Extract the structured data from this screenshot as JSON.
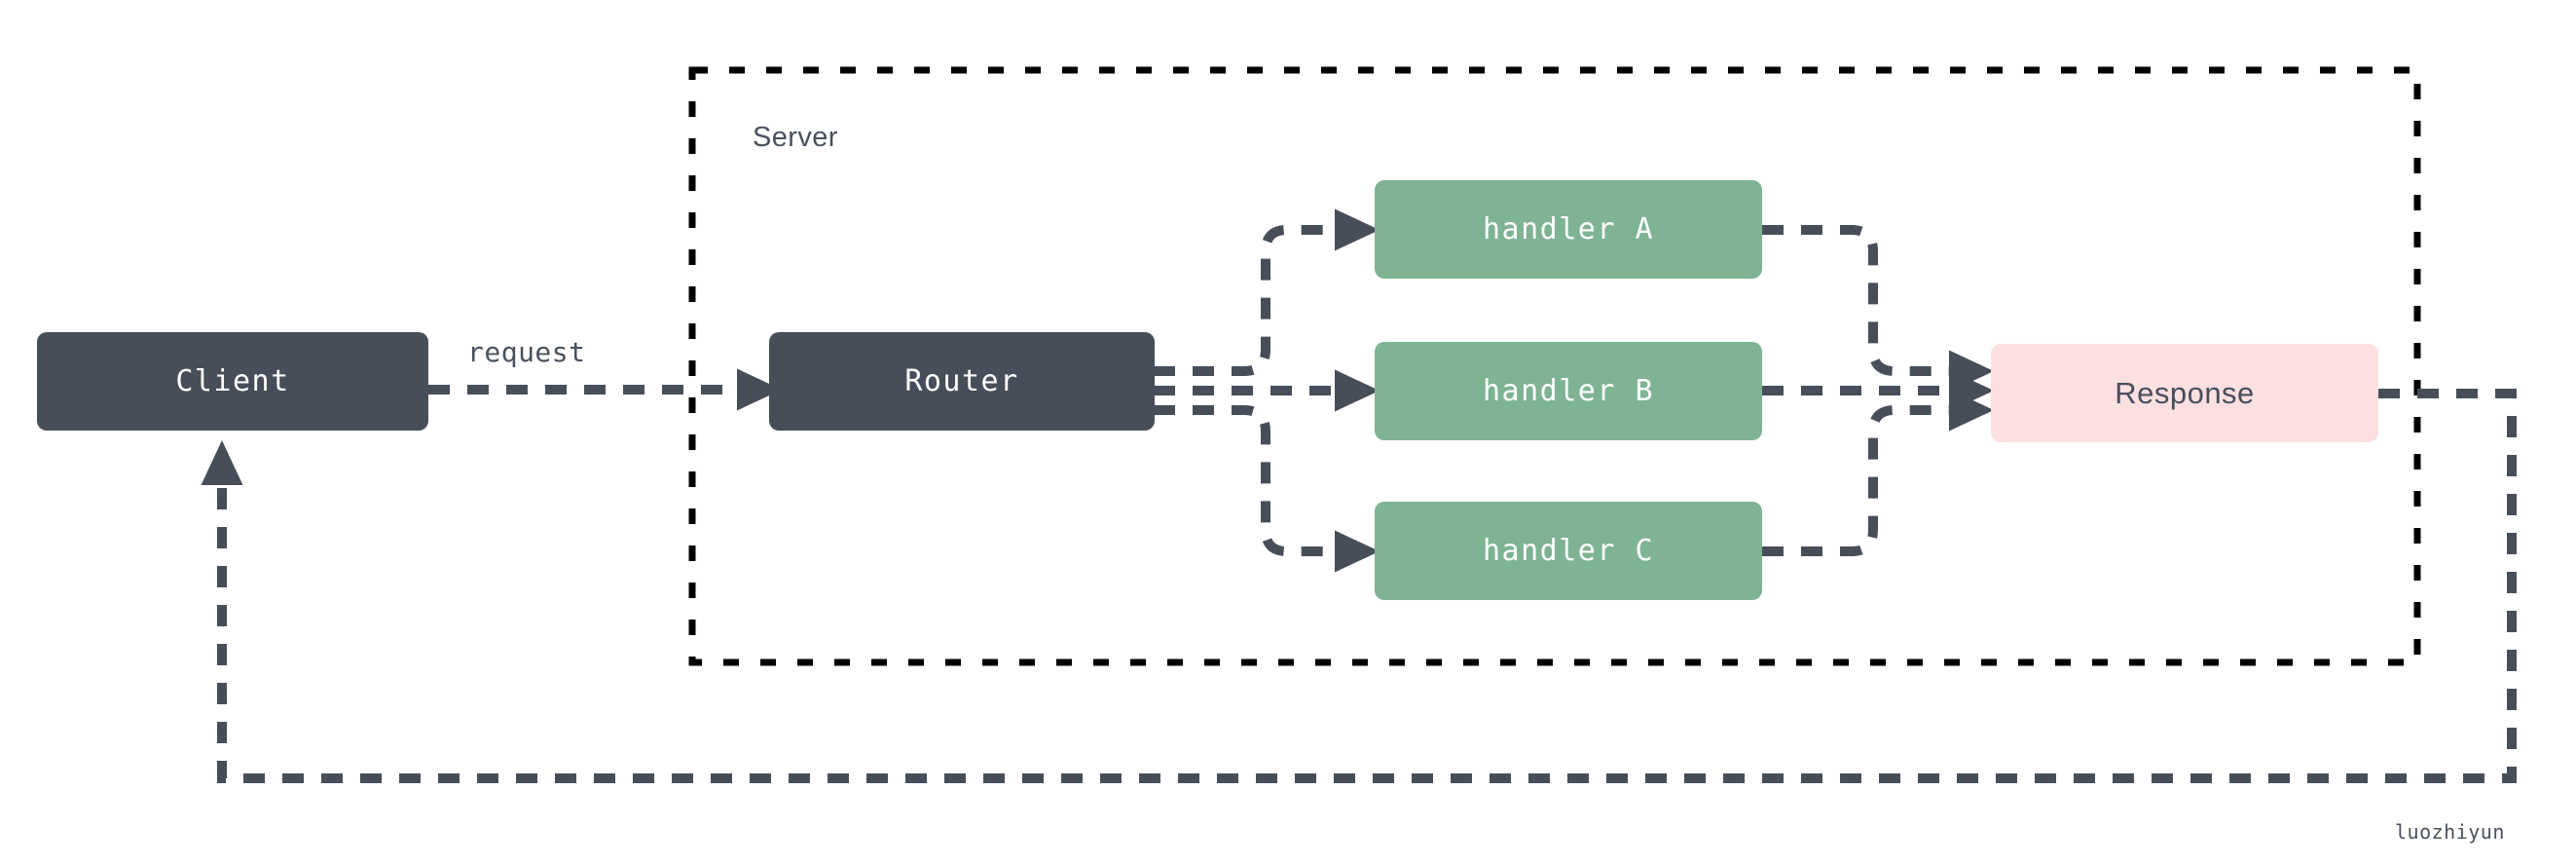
{
  "diagram": {
    "type": "flow-diagram",
    "background": "#ffffff",
    "palette": {
      "dark_node": "#474E5A",
      "green_node": "#7EB394",
      "pink_node": "#FCDFE1",
      "edge": "#474E5A",
      "group_border": "#000000",
      "node_text_light": "#ffffff",
      "node_text_dark": "#474E5A",
      "label_text": "#4A515D"
    },
    "group": {
      "label": "Server",
      "border_style": "dashed"
    },
    "nodes": [
      {
        "id": "client",
        "label": "Client",
        "style": "dark",
        "font": "mono"
      },
      {
        "id": "router",
        "label": "Router",
        "style": "dark",
        "font": "mono"
      },
      {
        "id": "handler_a",
        "label": "handler A",
        "style": "green",
        "font": "mono"
      },
      {
        "id": "handler_b",
        "label": "handler B",
        "style": "green",
        "font": "mono"
      },
      {
        "id": "handler_c",
        "label": "handler C",
        "style": "green",
        "font": "mono"
      },
      {
        "id": "response",
        "label": "Response",
        "style": "pink",
        "font": "sans"
      }
    ],
    "edges": [
      {
        "from": "client",
        "to": "router",
        "label": "request",
        "style": "dashed",
        "arrow": true
      },
      {
        "from": "router",
        "to": "handler_a",
        "label": "",
        "style": "dashed",
        "arrow": true
      },
      {
        "from": "router",
        "to": "handler_b",
        "label": "",
        "style": "dashed",
        "arrow": true
      },
      {
        "from": "router",
        "to": "handler_c",
        "label": "",
        "style": "dashed",
        "arrow": true
      },
      {
        "from": "handler_a",
        "to": "response",
        "label": "",
        "style": "dashed",
        "arrow": true
      },
      {
        "from": "handler_b",
        "to": "response",
        "label": "",
        "style": "dashed",
        "arrow": true
      },
      {
        "from": "handler_c",
        "to": "response",
        "label": "",
        "style": "dashed",
        "arrow": true
      },
      {
        "from": "response",
        "to": "client",
        "label": "",
        "style": "dashed",
        "arrow": true
      }
    ],
    "edge_labels": {
      "request": "request"
    },
    "watermark": "luozhiyun"
  }
}
